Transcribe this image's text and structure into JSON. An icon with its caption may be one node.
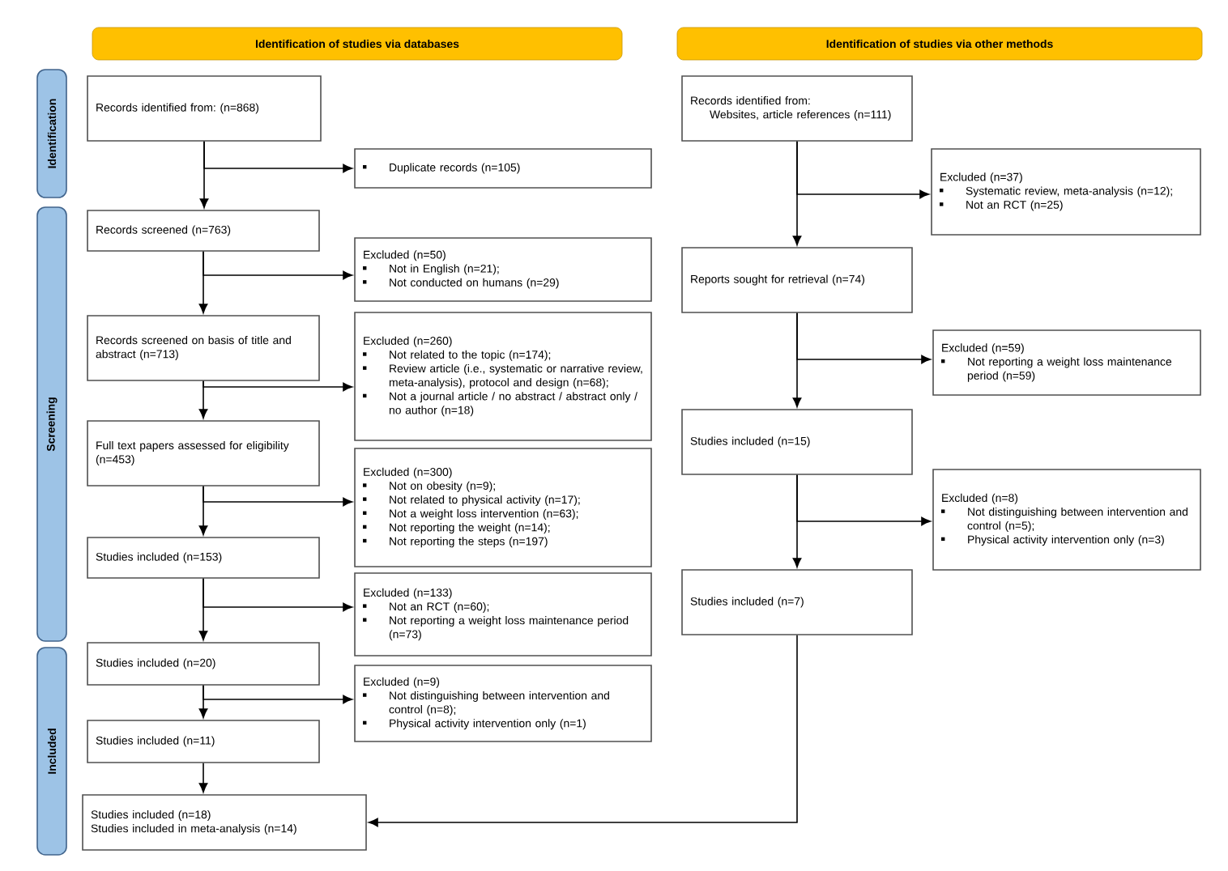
{
  "diagram": {
    "nodes": [
      {
        "text": [
          "Identification of studies via databases"
        ]
      },
      {
        "text": [
          "Identification of studies via other methods"
        ]
      },
      {
        "text": [
          "Identification"
        ]
      },
      {
        "text": [
          "Screening"
        ]
      },
      {
        "text": [
          "Included"
        ]
      },
      {
        "text": [
          "Records identified from: (n=868)"
        ]
      },
      {
        "text": [
          "Duplicate records (n=105)"
        ]
      },
      {
        "text": [
          "Records screened (n=763)"
        ]
      },
      {
        "text": [
          "Excluded (n=50)",
          "Not in English (n=21);",
          "Not conducted on humans (n=29)"
        ]
      },
      {
        "text": [
          "Records screened on basis of title and abstract (n=713)"
        ]
      },
      {
        "text": [
          "Excluded (n=260)",
          "Not related to the topic (n=174);",
          "Review article (i.e., systematic or narrative review, meta-analysis), protocol and design (n=68);",
          "Not a journal article / no abstract / abstract only / no author (n=18)"
        ]
      },
      {
        "text": [
          "Full text papers assessed for eligibility (n=453)"
        ]
      },
      {
        "text": [
          "Excluded (n=300)",
          "Not on obesity (n=9);",
          "Not related to physical activity (n=17);",
          "Not a weight loss intervention (n=63);",
          "Not reporting the weight (n=14);",
          "Not reporting the steps (n=197)"
        ]
      },
      {
        "text": [
          "Studies included (n=153)"
        ]
      },
      {
        "text": [
          "Excluded (n=133)",
          "Not an RCT (n=60);",
          "Not reporting a weight loss maintenance period (n=73)"
        ]
      },
      {
        "text": [
          "Studies included (n=20)"
        ]
      },
      {
        "text": [
          "Excluded (n=9)",
          "Not distinguishing between intervention and control (n=8);",
          "Physical activity intervention only (n=1)"
        ]
      },
      {
        "text": [
          "Studies included (n=11)"
        ]
      },
      {
        "text": [
          "Studies included (n=18)",
          "Studies included in meta-analysis (n=14)"
        ]
      },
      {
        "text": [
          "Records identified from:",
          "Websites, article references (n=111)"
        ]
      },
      {
        "text": [
          "Excluded (n=37)",
          "Systematic review, meta-analysis (n=12);",
          "Not an RCT (n=25)"
        ]
      },
      {
        "text": [
          "Reports sought for retrieval (n=74)"
        ]
      },
      {
        "text": [
          "Excluded (n=59)",
          "Not reporting a weight loss maintenance period (n=59)"
        ]
      },
      {
        "text": [
          "Studies included (n=15)"
        ]
      },
      {
        "text": [
          "Excluded (n=8)",
          "Not distinguishing between intervention and control (n=5);",
          "Physical activity intervention only (n=3)"
        ]
      },
      {
        "text": [
          "Studies included (n=7)"
        ]
      }
    ],
    "edges": [
      {
        "from": 5,
        "to": 7,
        "arrow": "to"
      },
      {
        "from": 5,
        "to": 6,
        "arrow": "to"
      },
      {
        "from": 7,
        "to": 9,
        "arrow": "to"
      },
      {
        "from": 7,
        "to": 8,
        "arrow": "to"
      },
      {
        "from": 9,
        "to": 11,
        "arrow": "to"
      },
      {
        "from": 9,
        "to": 10,
        "arrow": "to"
      },
      {
        "from": 11,
        "to": 13,
        "arrow": "to"
      },
      {
        "from": 11,
        "to": 12,
        "arrow": "to"
      },
      {
        "from": 13,
        "to": 15,
        "arrow": "to"
      },
      {
        "from": 13,
        "to": 14,
        "arrow": "to"
      },
      {
        "from": 15,
        "to": 17,
        "arrow": "to"
      },
      {
        "from": 15,
        "to": 16,
        "arrow": "to"
      },
      {
        "from": 17,
        "to": 18,
        "arrow": "to"
      },
      {
        "from": 19,
        "to": 21,
        "arrow": "to"
      },
      {
        "from": 19,
        "to": 20,
        "arrow": "to"
      },
      {
        "from": 21,
        "to": 23,
        "arrow": "to"
      },
      {
        "from": 21,
        "to": 22,
        "arrow": "to"
      },
      {
        "from": 23,
        "to": 25,
        "arrow": "to"
      },
      {
        "from": 23,
        "to": 24,
        "arrow": "to"
      },
      {
        "from": 25,
        "to": 18,
        "arrow": "to"
      }
    ]
  }
}
